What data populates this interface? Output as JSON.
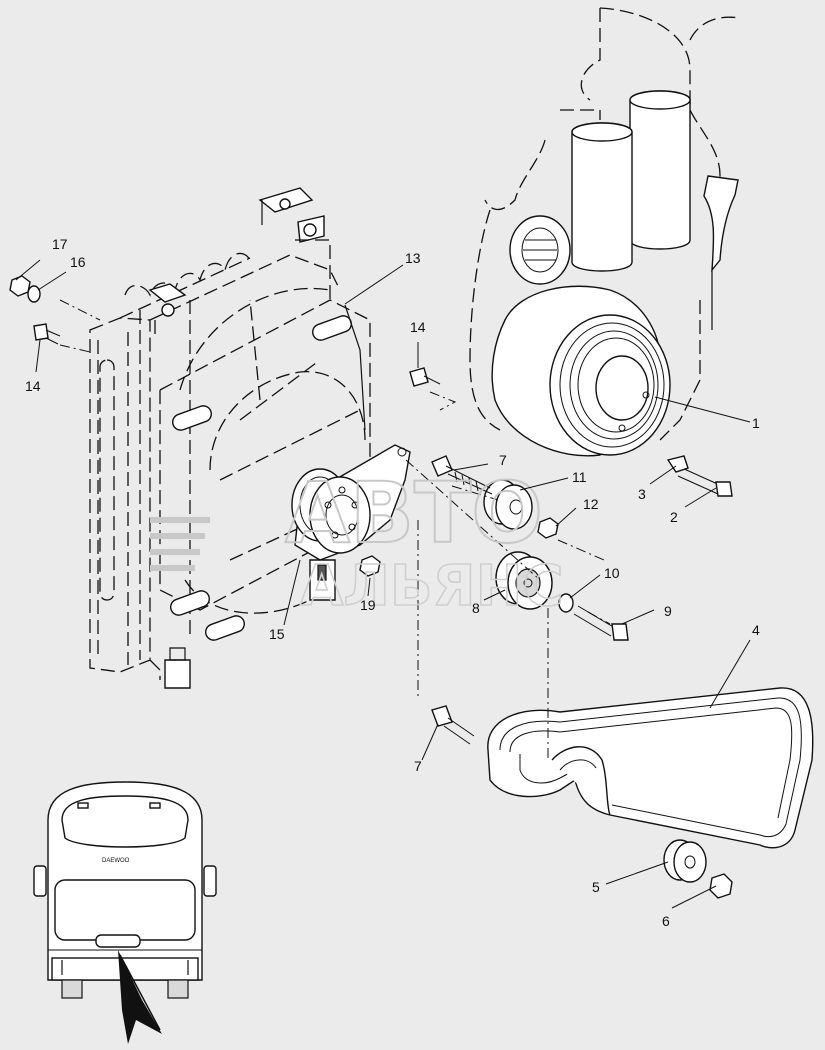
{
  "watermark": {
    "line1": "АВТО",
    "line2": "АЛЬЯНС"
  },
  "callouts": [
    {
      "id": "c1",
      "text": "1"
    },
    {
      "id": "c2",
      "text": "2"
    },
    {
      "id": "c3",
      "text": "3"
    },
    {
      "id": "c4",
      "text": "4"
    },
    {
      "id": "c5",
      "text": "5"
    },
    {
      "id": "c6",
      "text": "6"
    },
    {
      "id": "c7a",
      "text": "7"
    },
    {
      "id": "c7b",
      "text": "7"
    },
    {
      "id": "c8",
      "text": "8"
    },
    {
      "id": "c9",
      "text": "9"
    },
    {
      "id": "c10",
      "text": "10"
    },
    {
      "id": "c11",
      "text": "11"
    },
    {
      "id": "c12",
      "text": "12"
    },
    {
      "id": "c13",
      "text": "13"
    },
    {
      "id": "c14a",
      "text": "14"
    },
    {
      "id": "c14b",
      "text": "14"
    },
    {
      "id": "c15",
      "text": "15"
    },
    {
      "id": "c16",
      "text": "16"
    },
    {
      "id": "c17",
      "text": "17"
    },
    {
      "id": "c19",
      "text": "19"
    }
  ],
  "bus_badge": "DAEWOO",
  "colors": {
    "background": "#ebebeb",
    "ink": "#111111",
    "watermark": "#c8c8c8"
  }
}
